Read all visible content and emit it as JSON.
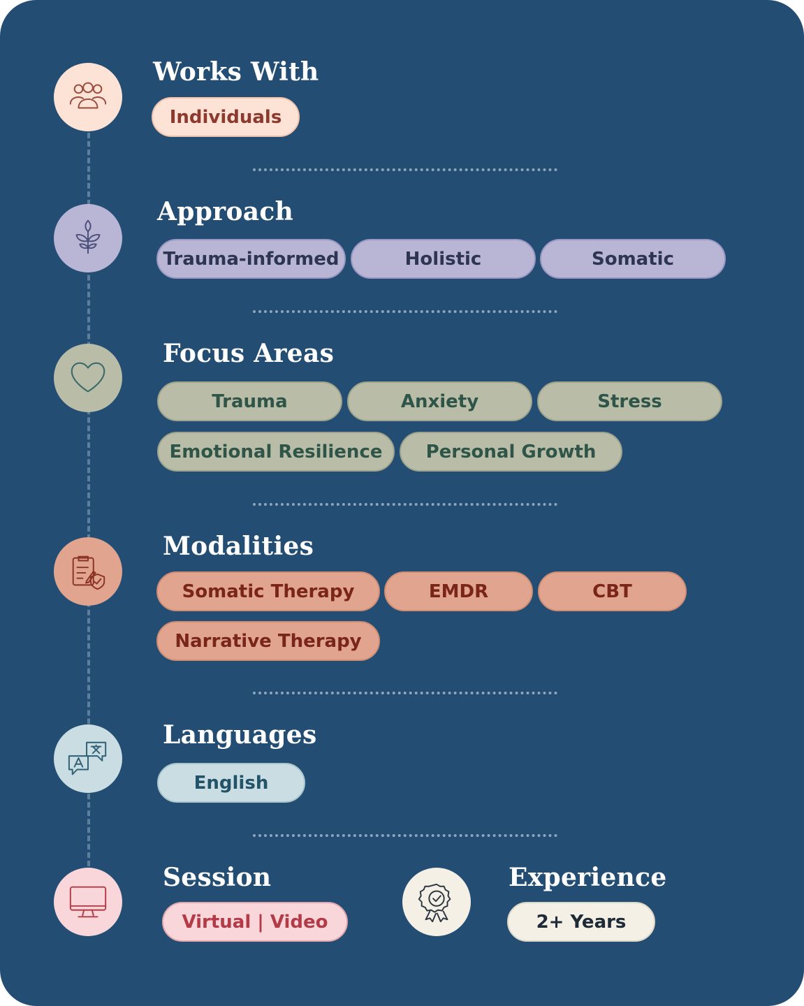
{
  "sections": {
    "works_with": {
      "title": "Works With",
      "items": [
        "Individuals"
      ],
      "icon": "people-group-icon",
      "color": "#fde2d6"
    },
    "approach": {
      "title": "Approach",
      "items": [
        "Trauma-informed",
        "Holistic",
        "Somatic"
      ],
      "icon": "leaf-sprout-icon",
      "color": "#b8b5d5"
    },
    "focus_areas": {
      "title": "Focus Areas",
      "items": [
        "Trauma",
        "Anxiety",
        "Stress",
        "Emotional Resilience",
        "Personal Growth"
      ],
      "icon": "heart-icon",
      "color": "#b9bda8"
    },
    "modalities": {
      "title": "Modalities",
      "items": [
        "Somatic Therapy",
        "EMDR",
        "CBT",
        "Narrative Therapy"
      ],
      "icon": "clipboard-shield-icon",
      "color": "#e1a48e"
    },
    "languages": {
      "title": "Languages",
      "items": [
        "English"
      ],
      "icon": "translate-icon",
      "color": "#c9dde2"
    },
    "session": {
      "title": "Session",
      "items": [
        "Virtual | Video"
      ],
      "icon": "monitor-icon",
      "color": "#f8d6d9"
    },
    "experience": {
      "title": "Experience",
      "items": [
        "2+ Years"
      ],
      "icon": "award-badge-icon",
      "color": "#f4f0e6"
    }
  },
  "background": "#234d73"
}
